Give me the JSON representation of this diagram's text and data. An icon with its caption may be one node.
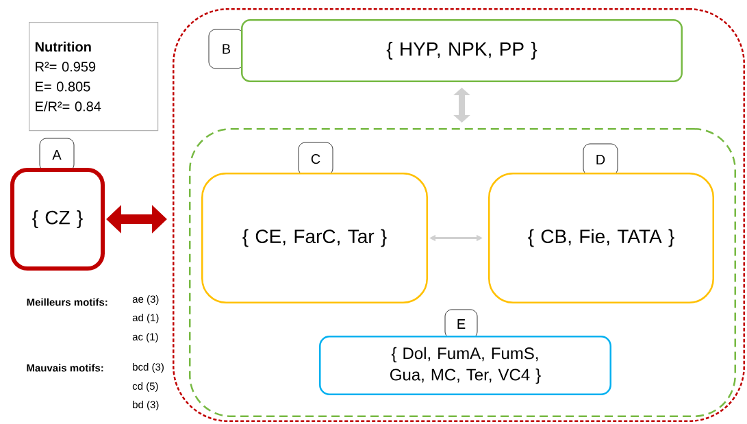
{
  "diagram": {
    "nodes": [
      {
        "text": [
          "Nutrition",
          "R²= 0.959",
          "E= 0.805",
          "E/R²= 0.84"
        ]
      },
      {
        "text": [
          "A",
          "{ CZ }"
        ]
      },
      {
        "text": [],
        "shape": "box"
      },
      {
        "text": [
          "B",
          "{ HYP, NPK, PP }"
        ],
        "in": 2
      },
      {
        "text": [],
        "shape": "box",
        "in": 2
      },
      {
        "text": [
          "C",
          "{ CE, FarC, Tar }"
        ],
        "in": 4
      },
      {
        "text": [
          "D",
          "{ CB, Fie, TATA }"
        ],
        "in": 4
      },
      {
        "text": [
          "E",
          "{ Dol, FumA, FumS, Gua, MC, Ter, VC4 }"
        ],
        "in": 4
      }
    ],
    "edges": [
      {
        "from": 1,
        "to": 2,
        "arrow": "both",
        "color": "#c00000"
      },
      {
        "from": 3,
        "to": 4,
        "arrow": "both"
      },
      {
        "from": 5,
        "to": 6,
        "arrow": "both"
      }
    ],
    "labels": [
      "Meilleurs motifs:",
      "ae (3)",
      "ad (1)",
      "ac (1)",
      "Mauvais motifs:",
      "bcd (3)",
      "cd (5)",
      "bd (3)"
    ]
  }
}
